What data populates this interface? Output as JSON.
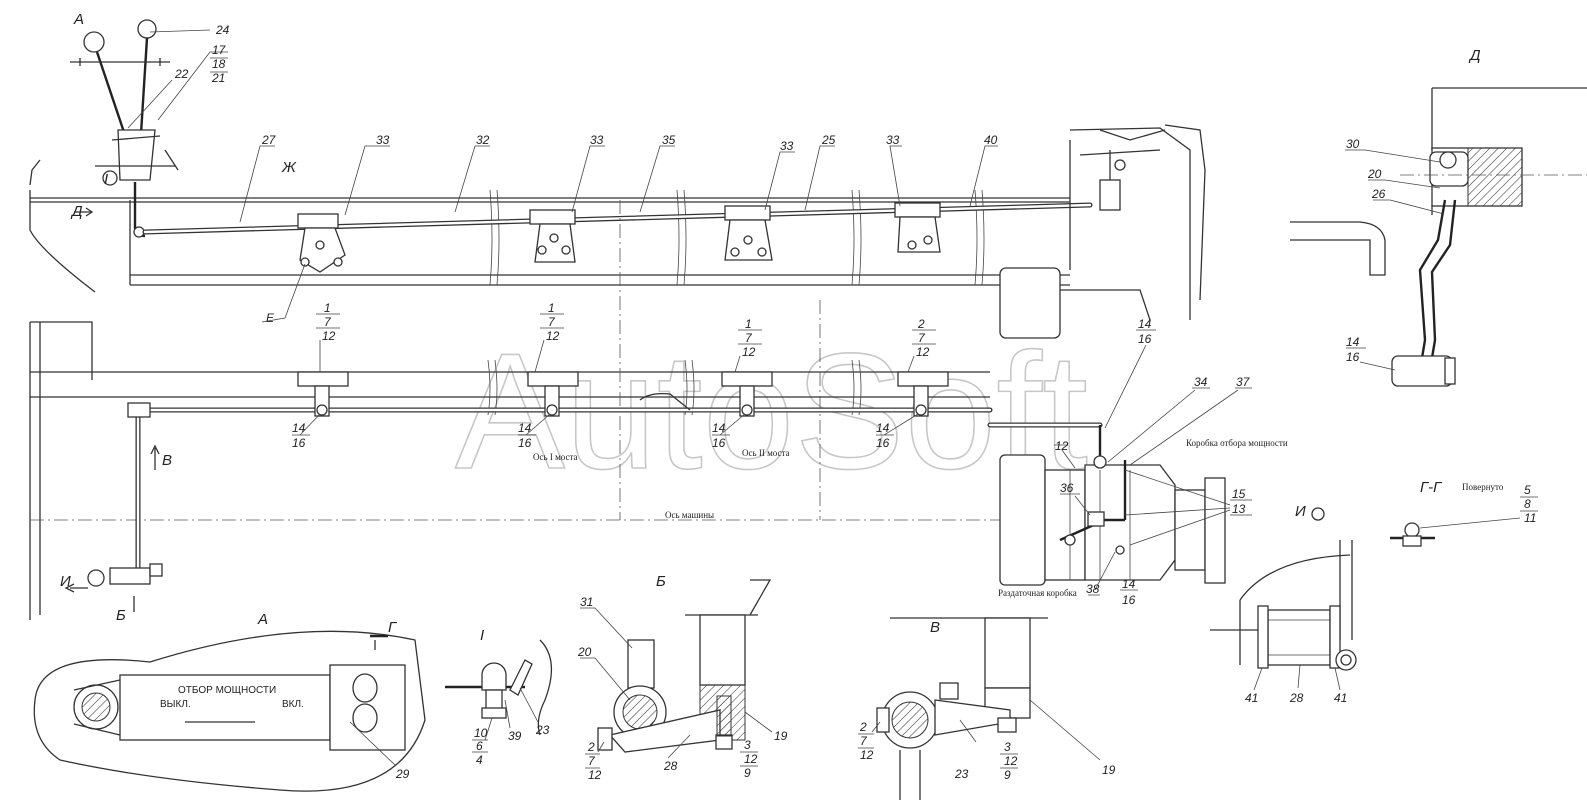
{
  "watermark": "AutoSoft",
  "views": {
    "a_top": "А",
    "a_detail": "А",
    "b_top": "Б",
    "b_detail": "Б",
    "v_arrow": "В",
    "v_detail": "В",
    "d_arrow": "Д",
    "d_detail": "Д",
    "g_section": "Г-Г",
    "g_cut": "Г",
    "g_rotated": "Повернуто",
    "e_mark": "Е",
    "zh_mark": "Ж",
    "i_arrow": "И",
    "i_view": "И",
    "roman_one": "I",
    "roman_detail": "I"
  },
  "captions": {
    "axle_1": "Ось I моста",
    "axle_2": "Ось II моста",
    "vehicle_axis": "Ось машины",
    "pto_box": "Коробка отбора мощности",
    "transfer_box": "Раздаточная коробка"
  },
  "plate": {
    "title": "ОТБОР МОЩНОСТИ",
    "off": "ВЫКЛ.",
    "on": "ВКЛ."
  },
  "callouts": {
    "n24": "24",
    "n17": "17",
    "n18": "18",
    "n21": "21",
    "n22": "22",
    "n27": "27",
    "n33a": "33",
    "n32": "32",
    "n33b": "33",
    "n35": "35",
    "n33c": "33",
    "n25": "25",
    "n33d": "33",
    "n40": "40",
    "s1a_1": "1",
    "s1a_2": "7",
    "s1a_3": "12",
    "s1b_1": "1",
    "s1b_2": "7",
    "s1b_3": "12",
    "s1c_1": "1",
    "s1c_2": "7",
    "s1c_3": "12",
    "s2_1": "2",
    "s2_2": "7",
    "s2_3": "12",
    "t1_1": "14",
    "t1_2": "16",
    "t2_1": "14",
    "t2_2": "16",
    "t3_1": "14",
    "t3_2": "16",
    "t4_1": "14",
    "t4_2": "16",
    "t5_1": "14",
    "t5_2": "16",
    "n12": "12",
    "n34": "34",
    "n37": "37",
    "n36": "36",
    "s15_1": "15",
    "s15_2": "13",
    "n38": "38",
    "t6_1": "14",
    "t6_2": "16",
    "d30": "30",
    "d20": "20",
    "d26": "26",
    "d14_1": "14",
    "d14_2": "16",
    "g5": "5",
    "g8": "8",
    "g11": "11",
    "n29": "29",
    "r10": "10",
    "r6": "6",
    "r4": "4",
    "r39": "39",
    "r23": "23",
    "b31": "31",
    "b20": "20",
    "b2_1": "2",
    "b2_2": "7",
    "b2_3": "12",
    "b28": "28",
    "b3_1": "3",
    "b3_2": "12",
    "b3_3": "9",
    "b19": "19",
    "v2_1": "2",
    "v2_2": "7",
    "v2_3": "12",
    "v23": "23",
    "v3_1": "3",
    "v3_2": "12",
    "v3_3": "9",
    "v19": "19",
    "i41a": "41",
    "i28": "28",
    "i41b": "41"
  }
}
